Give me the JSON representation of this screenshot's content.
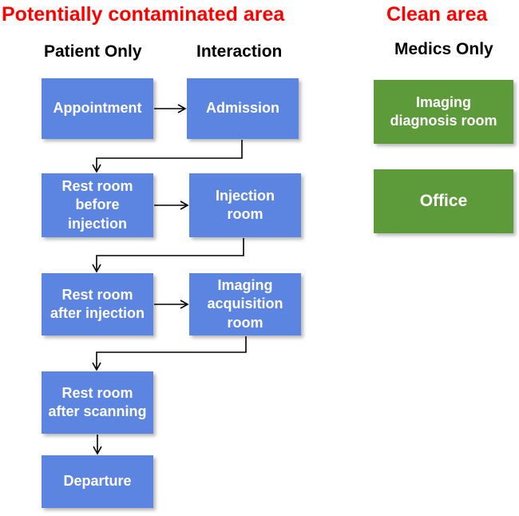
{
  "zones": {
    "contaminated_title": "Potentially contaminated area",
    "clean_title": "Clean area"
  },
  "columns": {
    "patient_only": "Patient Only",
    "interaction": "Interaction",
    "medics_only": "Medics Only"
  },
  "nodes": {
    "appointment": "Appointment",
    "admission": "Admission",
    "rest_before": "Rest room\nbefore\ninjection",
    "injection": "Injection\nroom",
    "rest_after_injection": "Rest room\nafter injection",
    "imaging_acquisition": "Imaging\nacquisition\nroom",
    "rest_after_scanning": "Rest room\nafter scanning",
    "departure": "Departure",
    "imaging_diagnosis": "Imaging\ndiagnosis room",
    "office": "Office"
  },
  "colors": {
    "zone_title": "#ff0000",
    "flow_box": "#5b85e0",
    "clean_box": "#5d9a3a",
    "arrow": "#000000"
  }
}
